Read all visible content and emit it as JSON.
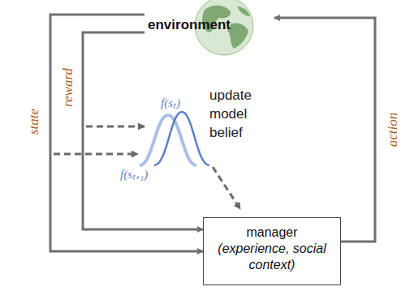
{
  "diagram": {
    "nodes": [
      {
        "text": [
          "environment"
        ]
      },
      {
        "text": [
          "manager",
          "(experience, social context)"
        ]
      }
    ],
    "edges": [
      {
        "from": 0,
        "to": 1,
        "arrow": "to",
        "label": "state"
      },
      {
        "from": 0,
        "to": 1,
        "arrow": "to",
        "label": "reward"
      },
      {
        "from": 1,
        "to": 0,
        "arrow": "to",
        "label": "action"
      }
    ],
    "labels": [
      "update model belief",
      "f(sₜ)",
      "f(sₜ₊₁)"
    ]
  }
}
